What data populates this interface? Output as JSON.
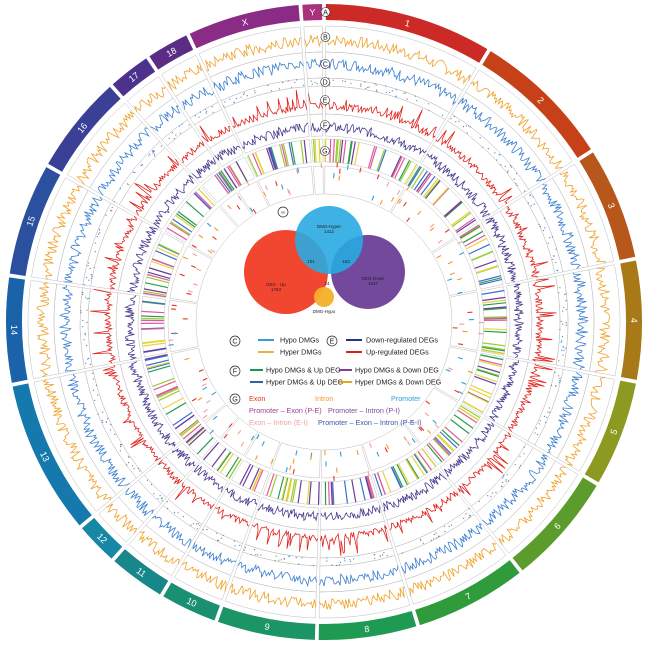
{
  "chromosomes": [
    {
      "label": "1",
      "color": "#cc2a26",
      "weight": 12.0
    },
    {
      "label": "2",
      "color": "#c64118",
      "weight": 10.0
    },
    {
      "label": "3",
      "color": "#b7571c",
      "weight": 8.0
    },
    {
      "label": "4",
      "color": "#a87a17",
      "weight": 8.5
    },
    {
      "label": "5",
      "color": "#8c9a22",
      "weight": 7.5
    },
    {
      "label": "6",
      "color": "#5c9c2c",
      "weight": 8.0
    },
    {
      "label": "7",
      "color": "#2f9b3a",
      "weight": 8.0
    },
    {
      "label": "8",
      "color": "#1f9a52",
      "weight": 7.0
    },
    {
      "label": "9",
      "color": "#1b9466",
      "weight": 7.0
    },
    {
      "label": "10",
      "color": "#1a8f72",
      "weight": 4.0
    },
    {
      "label": "11",
      "color": "#17878a",
      "weight": 4.0
    },
    {
      "label": "12",
      "color": "#1688a6",
      "weight": 3.0
    },
    {
      "label": "13",
      "color": "#1679ad",
      "weight": 11.0
    },
    {
      "label": "14",
      "color": "#1a63a8",
      "weight": 7.5
    },
    {
      "label": "15",
      "color": "#2a509e",
      "weight": 8.0
    },
    {
      "label": "16",
      "color": "#3a4096",
      "weight": 7.0
    },
    {
      "label": "17",
      "color": "#4c328c",
      "weight": 3.0
    },
    {
      "label": "18",
      "color": "#5b2c84",
      "weight": 3.0
    },
    {
      "label": "X",
      "color": "#8a2b86",
      "weight": 8.0
    },
    {
      "label": "Y",
      "color": "#a8327e",
      "weight": 1.4
    }
  ],
  "ring_labels": [
    "A",
    "B",
    "C",
    "D",
    "E",
    "F",
    "G",
    "H"
  ],
  "venn": {
    "label_H": "H",
    "circles": [
      {
        "name": "DMG-Hyper",
        "label": "DMG-Hyper\n1412",
        "color": "#29aae1"
      },
      {
        "name": "DEG-Up",
        "label": "DEG - Up\n1764",
        "color": "#f03c25"
      },
      {
        "name": "DEG-Down",
        "label": "DEG-Down\n1547",
        "color": "#6b3f98"
      },
      {
        "name": "DMG-Hypo",
        "label": "DMG-Hypo",
        "color": "#f3b12a"
      }
    ],
    "overlaps": [
      "101",
      "163",
      "24"
    ]
  },
  "legend": {
    "group_C": {
      "badge": "C",
      "items": [
        {
          "label": "Hypo DMGs",
          "color": "#3a9ad9"
        },
        {
          "label": "Hyper DMGs",
          "color": "#e9b23a"
        }
      ]
    },
    "group_E": {
      "badge": "E",
      "items": [
        {
          "label": "Down-regulated DEGs",
          "color": "#2c2f8c"
        },
        {
          "label": "Up-regulated DEGs",
          "color": "#e02020"
        }
      ]
    },
    "group_F": {
      "badge": "F",
      "items": [
        {
          "label": "Hypo DMGs & Up DEG",
          "color": "#21915a"
        },
        {
          "label": "Hyper DMGs & Up DEG",
          "color": "#2c5fb0"
        },
        {
          "label": "Hypo DMGs & Down DEG",
          "color": "#8a3b9a"
        },
        {
          "label": "Hyper DMGs & Down DEG",
          "color": "#e0a81e"
        }
      ]
    },
    "group_G": {
      "badge": "G",
      "items": [
        {
          "label": "Exon",
          "color": "#e8352a"
        },
        {
          "label": "Intron",
          "color": "#f29a2e"
        },
        {
          "label": "Promoter",
          "color": "#2d9fd8"
        },
        {
          "label": "Promoter – Exon (P-E)",
          "color": "#9b3f97"
        },
        {
          "label": "Promoter – Intron (P-I)",
          "color": "#7d4a9e"
        },
        {
          "label": "Exon – Intron (E-I)",
          "color": "#f0a0a0"
        },
        {
          "label": "Promoter – Exon – Intron (P-E-I)",
          "color": "#3b58a8"
        }
      ]
    }
  },
  "tracks": {
    "ideogram_color_note": "chromosome ring",
    "hyper_color": "#f0a12a",
    "hypo_color": "#3b7fd0",
    "up_color": "#e0241f",
    "down_color": "#4a3b8f",
    "gene_colors": [
      "#9acd32",
      "#e7d43a",
      "#6a3d9a",
      "#2a9d4f",
      "#e05a9a",
      "#3b6fd0"
    ]
  }
}
